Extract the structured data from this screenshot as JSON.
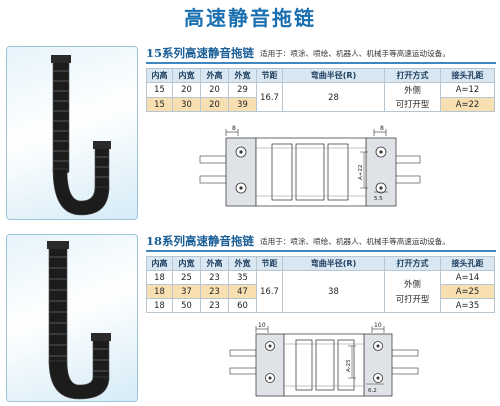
{
  "page": {
    "title": "高速静音拖链"
  },
  "sections": [
    {
      "title": "15系列高速静音拖链",
      "note": "适用于：喷涂、喷绘、机器人、机械手等高速运动设备。",
      "headers": [
        "内高",
        "内宽",
        "外高",
        "外宽",
        "节距",
        "弯曲半径(R)",
        "打开方式",
        "接头孔距"
      ],
      "rows": [
        [
          "15",
          "20",
          "20",
          "29"
        ],
        [
          "15",
          "30",
          "20",
          "39"
        ]
      ],
      "highlight_row": 1,
      "pitch": "16.7",
      "radius": "28",
      "open_type": [
        "外侧",
        "可打开型"
      ],
      "hole_spacing": [
        "A=12",
        "A=22"
      ],
      "diagram": {
        "dim_left": "8",
        "dim_right": "8",
        "dim_vertical": "A+22",
        "dim_small": "5.5"
      }
    },
    {
      "title": "18系列高速静音拖链",
      "note": "适用于：喷涂、喷绘、机器人、机械手等高速运动设备。",
      "headers": [
        "内高",
        "内宽",
        "外高",
        "外宽",
        "节距",
        "弯曲半径(R)",
        "打开方式",
        "接头孔距"
      ],
      "rows": [
        [
          "18",
          "25",
          "23",
          "35"
        ],
        [
          "18",
          "37",
          "23",
          "47"
        ],
        [
          "18",
          "50",
          "23",
          "60"
        ]
      ],
      "highlight_row": 1,
      "pitch": "16.7",
      "radius": "38",
      "open_type": [
        "外侧",
        "可打开型"
      ],
      "hole_spacing": [
        "A=14",
        "A=25",
        "A=35"
      ],
      "diagram": {
        "dim_left": "10",
        "dim_right": "10",
        "dim_vertical": "A-25",
        "dim_small": "6.2"
      }
    }
  ]
}
